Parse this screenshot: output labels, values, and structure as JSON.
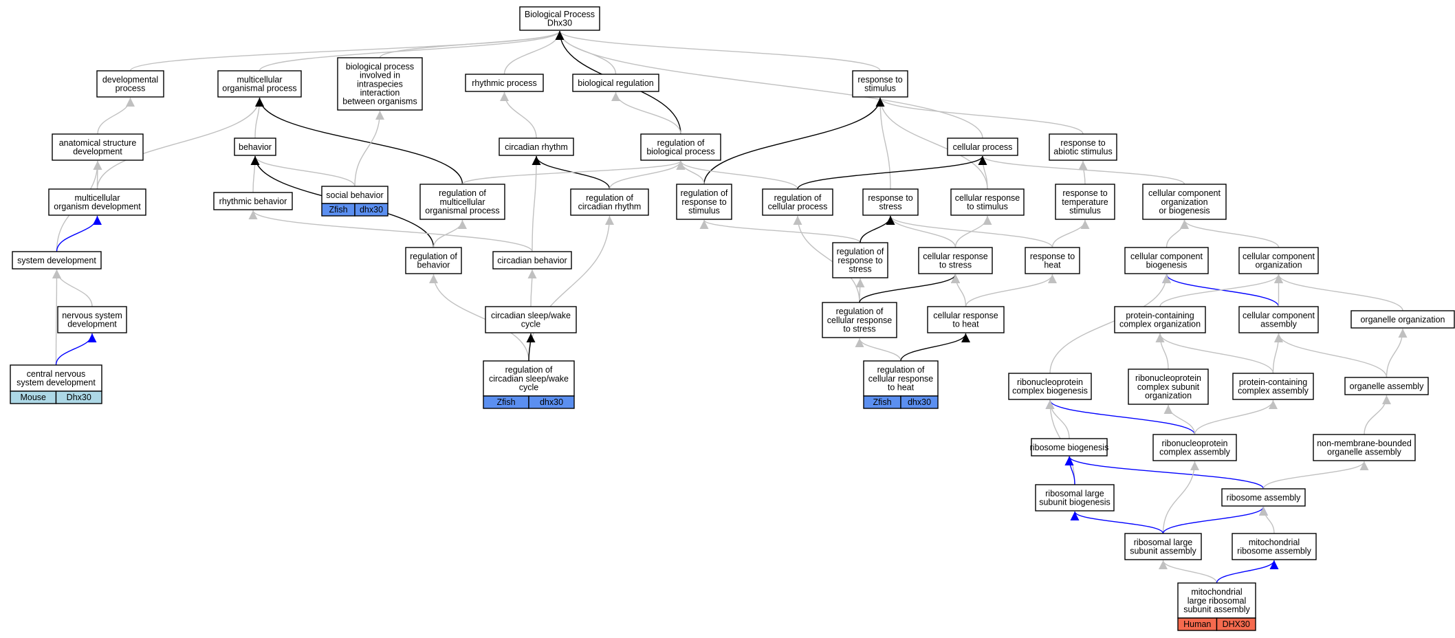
{
  "colors": {
    "gray_edge": "#c0c0c0",
    "black_edge": "#000000",
    "blue_edge": "#0000ff",
    "zfish": "#5b8ff0",
    "mouse": "#add8e6",
    "human": "#f56a4e"
  },
  "nodes": {
    "bp": "Biological Process\nDhx30",
    "dev_proc": "developmental\nprocess",
    "mc_proc": "multicellular\norganismal process",
    "bp_interspecies": "biological process\ninvolved in\nintraspecies\ninteraction\nbetween organisms",
    "rhythmic_proc": "rhythmic process",
    "bio_reg": "biological regulation",
    "resp_stim": "response to\nstimulus",
    "anat_dev": "anatomical structure\ndevelopment",
    "behavior": "behavior",
    "circ_rhythm": "circadian rhythm",
    "reg_bp": "regulation of\nbiological process",
    "cell_proc": "cellular process",
    "resp_abiotic": "response to\nabiotic stimulus",
    "mc_org_dev": "multicellular\norganism development",
    "rhythmic_beh": "rhythmic behavior",
    "social_beh": "social behavior",
    "reg_mc_proc": "regulation of\nmulticellular\norganismal process",
    "reg_circ_rhythm": "regulation of\ncircadian rhythm",
    "reg_resp_stim": "regulation of\nresponse to\nstimulus",
    "reg_cell_proc": "regulation of\ncellular process",
    "resp_stress": "response to\nstress",
    "cell_resp_stim": "cellular response\nto stimulus",
    "resp_temp": "response to\ntemperature\nstimulus",
    "ccob": "cellular component\norganization\nor biogenesis",
    "sys_dev": "system development",
    "reg_beh": "regulation of\nbehavior",
    "circ_beh": "circadian behavior",
    "reg_resp_stress": "regulation of\nresponse to\nstress",
    "cell_resp_stress": "cellular response\nto stress",
    "resp_heat": "response to\nheat",
    "cc_biogen": "cellular component\nbiogenesis",
    "cc_org": "cellular component\norganization",
    "ns_dev": "nervous system\ndevelopment",
    "circ_sleep": "circadian sleep/wake\ncycle",
    "reg_cell_resp_stress": "regulation of\ncellular response\nto stress",
    "cell_resp_heat": "cellular response\nto heat",
    "pc_org": "protein-containing\ncomplex organization",
    "cc_assembly": "cellular component\nassembly",
    "organelle_org": "organelle organization",
    "cns_dev": "central nervous\nsystem development",
    "reg_circ_sleep": "regulation of\ncircadian sleep/wake\ncycle",
    "reg_cell_resp_heat": "regulation of\ncellular response\nto heat",
    "rnp_biogen": "ribonucleoprotein\ncomplex biogenesis",
    "rnp_subunit_org": "ribonucleoprotein\ncomplex subunit\norganization",
    "pc_assembly": "protein-containing\ncomplex assembly",
    "organelle_assembly": "organelle assembly",
    "ribo_biogen": "ribosome biogenesis",
    "rnp_assembly": "ribonucleoprotein\ncomplex assembly",
    "nmb_organelle": "non-membrane-bounded\norganelle assembly",
    "rl_biogen": "ribosomal large\nsubunit biogenesis",
    "ribo_assembly": "ribosome assembly",
    "rl_assembly": "ribosomal large\nsubunit assembly",
    "mito_ribo_assembly": "mitochondrial\nribosome assembly",
    "mito_lr_assembly": "mitochondrial\nlarge ribosomal\nsubunit assembly"
  },
  "annotations": {
    "social_beh": [
      "Zfish",
      "dhx30"
    ],
    "cns_dev": [
      "Mouse",
      "Dhx30"
    ],
    "reg_circ_sleep": [
      "Zfish",
      "dhx30"
    ],
    "reg_cell_resp_heat": [
      "Zfish",
      "dhx30"
    ],
    "mito_lr_assembly": [
      "Human",
      "DHX30"
    ]
  },
  "edges": [
    {
      "from": "dev_proc",
      "to": "bp",
      "color": "gray"
    },
    {
      "from": "mc_proc",
      "to": "bp",
      "color": "gray"
    },
    {
      "from": "bp_interspecies",
      "to": "bp",
      "color": "gray"
    },
    {
      "from": "rhythmic_proc",
      "to": "bp",
      "color": "gray"
    },
    {
      "from": "bio_reg",
      "to": "bp",
      "color": "gray"
    },
    {
      "from": "resp_stim",
      "to": "bp",
      "color": "gray"
    },
    {
      "from": "cell_proc",
      "to": "bp",
      "color": "gray"
    },
    {
      "from": "reg_bp",
      "to": "bp",
      "color": "black"
    },
    {
      "from": "anat_dev",
      "to": "dev_proc",
      "color": "gray"
    },
    {
      "from": "behavior",
      "to": "mc_proc",
      "color": "gray"
    },
    {
      "from": "mc_org_dev",
      "to": "mc_proc",
      "color": "gray"
    },
    {
      "from": "reg_mc_proc",
      "to": "mc_proc",
      "color": "black"
    },
    {
      "from": "social_beh",
      "to": "bp_interspecies",
      "color": "gray"
    },
    {
      "from": "circ_rhythm",
      "to": "rhythmic_proc",
      "color": "gray"
    },
    {
      "from": "reg_bp",
      "to": "bio_reg",
      "color": "gray"
    },
    {
      "from": "resp_abiotic",
      "to": "resp_stim",
      "color": "gray"
    },
    {
      "from": "resp_stress",
      "to": "resp_stim",
      "color": "gray"
    },
    {
      "from": "cell_resp_stim",
      "to": "resp_stim",
      "color": "gray"
    },
    {
      "from": "reg_resp_stim",
      "to": "resp_stim",
      "color": "black"
    },
    {
      "from": "mc_org_dev",
      "to": "anat_dev",
      "color": "gray"
    },
    {
      "from": "sys_dev",
      "to": "anat_dev",
      "color": "gray"
    },
    {
      "from": "rhythmic_beh",
      "to": "behavior",
      "color": "gray"
    },
    {
      "from": "social_beh",
      "to": "behavior",
      "color": "gray"
    },
    {
      "from": "reg_beh",
      "to": "behavior",
      "color": "black"
    },
    {
      "from": "circ_beh",
      "to": "circ_rhythm",
      "color": "gray"
    },
    {
      "from": "reg_circ_rhythm",
      "to": "circ_rhythm",
      "color": "black"
    },
    {
      "from": "reg_mc_proc",
      "to": "reg_bp",
      "color": "gray"
    },
    {
      "from": "reg_circ_rhythm",
      "to": "reg_bp",
      "color": "gray"
    },
    {
      "from": "reg_resp_stim",
      "to": "reg_bp",
      "color": "gray"
    },
    {
      "from": "reg_cell_proc",
      "to": "reg_bp",
      "color": "gray"
    },
    {
      "from": "cell_resp_stim",
      "to": "cell_proc",
      "color": "gray"
    },
    {
      "from": "ccob",
      "to": "cell_proc",
      "color": "gray"
    },
    {
      "from": "reg_cell_proc",
      "to": "cell_proc",
      "color": "black"
    },
    {
      "from": "resp_temp",
      "to": "resp_abiotic",
      "color": "gray"
    },
    {
      "from": "sys_dev",
      "to": "mc_org_dev",
      "color": "blue"
    },
    {
      "from": "circ_beh",
      "to": "rhythmic_beh",
      "color": "gray"
    },
    {
      "from": "reg_beh",
      "to": "reg_mc_proc",
      "color": "gray"
    },
    {
      "from": "reg_circ_sleep",
      "to": "reg_circ_rhythm",
      "color": "gray"
    },
    {
      "from": "reg_resp_stress",
      "to": "reg_resp_stim",
      "color": "gray"
    },
    {
      "from": "reg_cell_resp_stress",
      "to": "reg_cell_proc",
      "color": "gray"
    },
    {
      "from": "cell_resp_stress",
      "to": "resp_stress",
      "color": "gray"
    },
    {
      "from": "resp_heat",
      "to": "resp_stress",
      "color": "gray"
    },
    {
      "from": "reg_resp_stress",
      "to": "resp_stress",
      "color": "black"
    },
    {
      "from": "resp_heat",
      "to": "resp_temp",
      "color": "gray"
    },
    {
      "from": "cell_resp_stress",
      "to": "cell_resp_stim",
      "color": "gray"
    },
    {
      "from": "cc_biogen",
      "to": "ccob",
      "color": "gray"
    },
    {
      "from": "cc_org",
      "to": "ccob",
      "color": "gray"
    },
    {
      "from": "ns_dev",
      "to": "sys_dev",
      "color": "gray"
    },
    {
      "from": "cns_dev",
      "to": "sys_dev",
      "color": "gray"
    },
    {
      "from": "reg_circ_sleep",
      "to": "reg_beh",
      "color": "gray"
    },
    {
      "from": "circ_sleep",
      "to": "circ_beh",
      "color": "gray"
    },
    {
      "from": "reg_cell_resp_stress",
      "to": "reg_resp_stress",
      "color": "gray"
    },
    {
      "from": "reg_cell_resp_stress",
      "to": "cell_resp_stress",
      "color": "black"
    },
    {
      "from": "cell_resp_heat",
      "to": "cell_resp_stress",
      "color": "gray"
    },
    {
      "from": "cell_resp_heat",
      "to": "resp_heat",
      "color": "gray"
    },
    {
      "from": "cc_assembly",
      "to": "cc_biogen",
      "color": "blue"
    },
    {
      "from": "rnp_biogen",
      "to": "cc_biogen",
      "color": "gray"
    },
    {
      "from": "pc_org",
      "to": "cc_org",
      "color": "gray"
    },
    {
      "from": "cc_assembly",
      "to": "cc_org",
      "color": "gray"
    },
    {
      "from": "organelle_org",
      "to": "cc_org",
      "color": "gray"
    },
    {
      "from": "cns_dev",
      "to": "ns_dev",
      "color": "blue"
    },
    {
      "from": "reg_circ_sleep",
      "to": "circ_sleep",
      "color": "black"
    },
    {
      "from": "reg_cell_resp_heat",
      "to": "reg_cell_resp_stress",
      "color": "gray"
    },
    {
      "from": "reg_cell_resp_heat",
      "to": "cell_resp_heat",
      "color": "black"
    },
    {
      "from": "rnp_subunit_org",
      "to": "pc_org",
      "color": "gray"
    },
    {
      "from": "pc_assembly",
      "to": "pc_org",
      "color": "gray"
    },
    {
      "from": "pc_assembly",
      "to": "cc_assembly",
      "color": "gray"
    },
    {
      "from": "organelle_assembly",
      "to": "cc_assembly",
      "color": "gray"
    },
    {
      "from": "organelle_assembly",
      "to": "organelle_org",
      "color": "gray"
    },
    {
      "from": "rnp_assembly",
      "to": "rnp_biogen",
      "color": "blue"
    },
    {
      "from": "ribo_biogen",
      "to": "rnp_biogen",
      "color": "gray"
    },
    {
      "from": "rl_biogen",
      "to": "rnp_biogen",
      "color": "gray"
    },
    {
      "from": "rnp_assembly",
      "to": "rnp_subunit_org",
      "color": "gray"
    },
    {
      "from": "rnp_assembly",
      "to": "pc_assembly",
      "color": "gray"
    },
    {
      "from": "nmb_organelle",
      "to": "organelle_assembly",
      "color": "gray"
    },
    {
      "from": "rl_biogen",
      "to": "ribo_biogen",
      "color": "blue"
    },
    {
      "from": "ribo_assembly",
      "to": "ribo_biogen",
      "color": "blue"
    },
    {
      "from": "rl_assembly",
      "to": "rnp_assembly",
      "color": "gray"
    },
    {
      "from": "ribo_assembly",
      "to": "nmb_organelle",
      "color": "gray"
    },
    {
      "from": "rl_assembly",
      "to": "rl_biogen",
      "color": "blue"
    },
    {
      "from": "rl_assembly",
      "to": "ribo_assembly",
      "color": "blue"
    },
    {
      "from": "mito_ribo_assembly",
      "to": "ribo_assembly",
      "color": "gray"
    },
    {
      "from": "mito_lr_assembly",
      "to": "rl_assembly",
      "color": "gray"
    },
    {
      "from": "mito_lr_assembly",
      "to": "mito_ribo_assembly",
      "color": "blue"
    }
  ]
}
